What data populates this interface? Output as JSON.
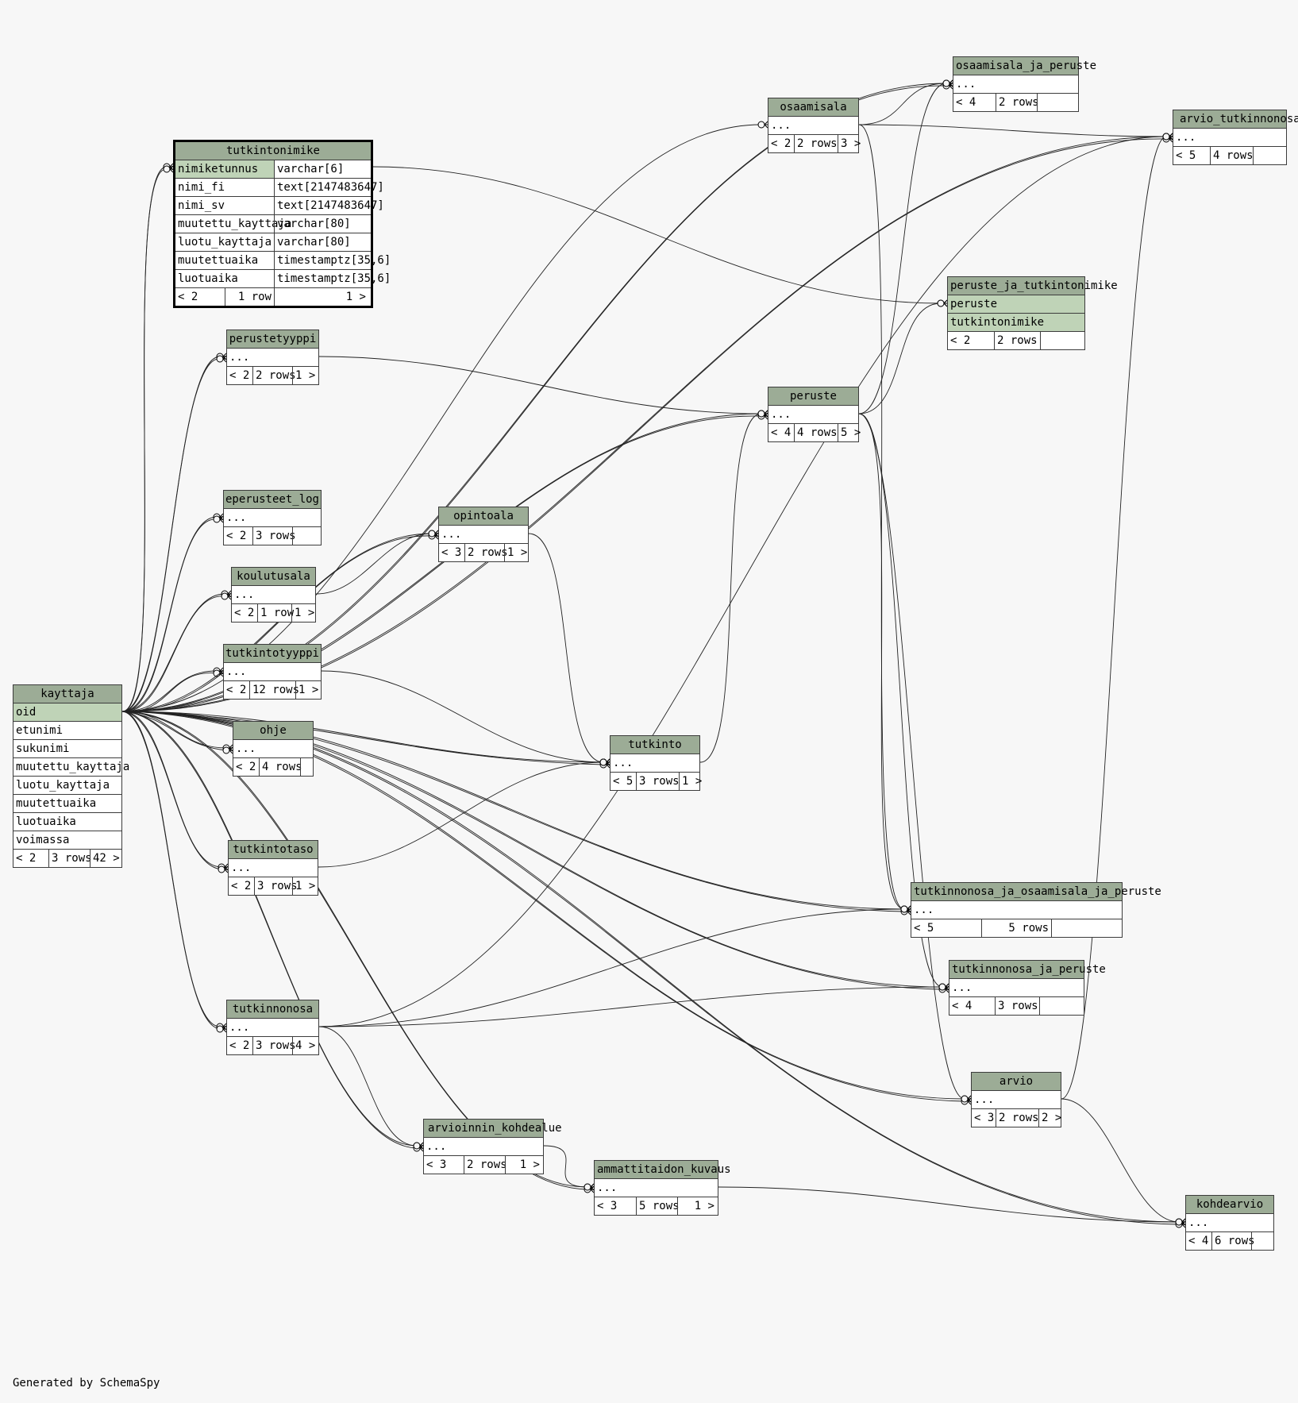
{
  "footer": "Generated by SchemaSpy",
  "tables": {
    "kayttaja": {
      "name": "kayttaja",
      "columns": [
        "oid",
        "etunimi",
        "sukunimi",
        "muutettu_kayttaja",
        "luotu_kayttaja",
        "muutettuaika",
        "luotuaika",
        "voimassa"
      ],
      "foot": [
        "< 2",
        "3 rows",
        "42 >"
      ]
    },
    "tutkintonimike": {
      "name": "tutkintonimike",
      "columns": [
        {
          "name": "nimiketunnus",
          "type": "varchar[6]"
        },
        {
          "name": "nimi_fi",
          "type": "text[2147483647]"
        },
        {
          "name": "nimi_sv",
          "type": "text[2147483647]"
        },
        {
          "name": "muutettu_kayttaja",
          "type": "varchar[80]"
        },
        {
          "name": "luotu_kayttaja",
          "type": "varchar[80]"
        },
        {
          "name": "muutettuaika",
          "type": "timestamptz[35,6]"
        },
        {
          "name": "luotuaika",
          "type": "timestamptz[35,6]"
        }
      ],
      "foot": [
        "< 2",
        "1 row",
        "1 >"
      ]
    },
    "perustetyyppi": {
      "name": "perustetyyppi",
      "body": "...",
      "foot": [
        "< 2",
        "2 rows",
        "1 >"
      ]
    },
    "eperusteet_log": {
      "name": "eperusteet_log",
      "body": "...",
      "foot": [
        "< 2",
        "3 rows",
        ""
      ]
    },
    "koulutusala": {
      "name": "koulutusala",
      "body": "...",
      "foot": [
        "< 2",
        "1 row",
        "1 >"
      ]
    },
    "tutkintotyyppi": {
      "name": "tutkintotyyppi",
      "body": "...",
      "foot": [
        "< 2",
        "12 rows",
        "1 >"
      ]
    },
    "ohje": {
      "name": "ohje",
      "body": "...",
      "foot": [
        "< 2",
        "4 rows",
        ""
      ]
    },
    "tutkintotaso": {
      "name": "tutkintotaso",
      "body": "...",
      "foot": [
        "< 2",
        "3 rows",
        "1 >"
      ]
    },
    "tutkinnonosa": {
      "name": "tutkinnonosa",
      "body": "...",
      "foot": [
        "< 2",
        "3 rows",
        "4 >"
      ]
    },
    "opintoala": {
      "name": "opintoala",
      "body": "...",
      "foot": [
        "< 3",
        "2 rows",
        "1 >"
      ]
    },
    "tutkinto": {
      "name": "tutkinto",
      "body": "...",
      "foot": [
        "< 5",
        "3 rows",
        "1 >"
      ]
    },
    "osaamisala": {
      "name": "osaamisala",
      "body": "...",
      "foot": [
        "< 2",
        "2 rows",
        "3 >"
      ]
    },
    "peruste": {
      "name": "peruste",
      "body": "...",
      "foot": [
        "< 4",
        "4 rows",
        "5 >"
      ]
    },
    "osaamisala_ja_peruste": {
      "name": "osaamisala_ja_peruste",
      "body": "...",
      "foot": [
        "< 4",
        "2 rows",
        ""
      ]
    },
    "arvio_tutkinnonosa": {
      "name": "arvio_tutkinnonosa",
      "body": "...",
      "foot": [
        "< 5",
        "4 rows",
        ""
      ]
    },
    "peruste_ja_tutkintonimike": {
      "name": "peruste_ja_tutkintonimike",
      "columns": [
        "peruste",
        "tutkintonimike"
      ],
      "foot": [
        "< 2",
        "2 rows",
        ""
      ]
    },
    "tutkinnonosa_ja_osaamisala_ja_peruste": {
      "name": "tutkinnonosa_ja_osaamisala_ja_peruste",
      "body": "...",
      "foot": [
        "< 5",
        "5 rows",
        ""
      ]
    },
    "tutkinnonosa_ja_peruste": {
      "name": "tutkinnonosa_ja_peruste",
      "body": "...",
      "foot": [
        "< 4",
        "3 rows",
        ""
      ]
    },
    "arvio": {
      "name": "arvio",
      "body": "...",
      "foot": [
        "< 3",
        "2 rows",
        "2 >"
      ]
    },
    "arvioinnin_kohdealue": {
      "name": "arvioinnin_kohdealue",
      "body": "...",
      "foot": [
        "< 3",
        "2 rows",
        "1 >"
      ]
    },
    "ammattitaidon_kuvaus": {
      "name": "ammattitaidon_kuvaus",
      "body": "...",
      "foot": [
        "< 3",
        "5 rows",
        "1 >"
      ]
    },
    "kohdearvio": {
      "name": "kohdearvio",
      "body": "...",
      "foot": [
        "< 4",
        "6 rows",
        ""
      ]
    }
  },
  "relationships": [
    [
      "tutkintonimike",
      "kayttaja"
    ],
    [
      "tutkintonimike",
      "kayttaja"
    ],
    [
      "perustetyyppi",
      "kayttaja"
    ],
    [
      "perustetyyppi",
      "kayttaja"
    ],
    [
      "eperusteet_log",
      "kayttaja"
    ],
    [
      "eperusteet_log",
      "kayttaja"
    ],
    [
      "koulutusala",
      "kayttaja"
    ],
    [
      "koulutusala",
      "kayttaja"
    ],
    [
      "tutkintotyyppi",
      "kayttaja"
    ],
    [
      "tutkintotyyppi",
      "kayttaja"
    ],
    [
      "ohje",
      "kayttaja"
    ],
    [
      "ohje",
      "kayttaja"
    ],
    [
      "tutkintotaso",
      "kayttaja"
    ],
    [
      "tutkintotaso",
      "kayttaja"
    ],
    [
      "tutkinnonosa",
      "kayttaja"
    ],
    [
      "tutkinnonosa",
      "kayttaja"
    ],
    [
      "opintoala",
      "kayttaja"
    ],
    [
      "opintoala",
      "kayttaja"
    ],
    [
      "tutkinto",
      "kayttaja"
    ],
    [
      "tutkinto",
      "kayttaja"
    ],
    [
      "osaamisala",
      "kayttaja"
    ],
    [
      "peruste",
      "kayttaja"
    ],
    [
      "peruste",
      "kayttaja"
    ],
    [
      "osaamisala_ja_peruste",
      "kayttaja"
    ],
    [
      "osaamisala_ja_peruste",
      "kayttaja"
    ],
    [
      "arvio_tutkinnonosa",
      "kayttaja"
    ],
    [
      "arvio_tutkinnonosa",
      "kayttaja"
    ],
    [
      "tutkinnonosa_ja_osaamisala_ja_peruste",
      "kayttaja"
    ],
    [
      "tutkinnonosa_ja_osaamisala_ja_peruste",
      "kayttaja"
    ],
    [
      "tutkinnonosa_ja_peruste",
      "kayttaja"
    ],
    [
      "tutkinnonosa_ja_peruste",
      "kayttaja"
    ],
    [
      "arvio",
      "kayttaja"
    ],
    [
      "arvio",
      "kayttaja"
    ],
    [
      "arvioinnin_kohdealue",
      "kayttaja"
    ],
    [
      "arvioinnin_kohdealue",
      "kayttaja"
    ],
    [
      "ammattitaidon_kuvaus",
      "kayttaja"
    ],
    [
      "ammattitaidon_kuvaus",
      "kayttaja"
    ],
    [
      "kohdearvio",
      "kayttaja"
    ],
    [
      "kohdearvio",
      "kayttaja"
    ],
    [
      "peruste",
      "perustetyyppi"
    ],
    [
      "opintoala",
      "koulutusala"
    ],
    [
      "tutkinto",
      "opintoala"
    ],
    [
      "tutkinto",
      "tutkintotyyppi"
    ],
    [
      "tutkinto",
      "tutkintotaso"
    ],
    [
      "peruste",
      "tutkinto"
    ],
    [
      "osaamisala_ja_peruste",
      "osaamisala"
    ],
    [
      "osaamisala_ja_peruste",
      "peruste"
    ],
    [
      "peruste_ja_tutkintonimike",
      "peruste"
    ],
    [
      "peruste_ja_tutkintonimike",
      "tutkintonimike"
    ],
    [
      "arvio_tutkinnonosa",
      "osaamisala"
    ],
    [
      "arvio_tutkinnonosa",
      "arvio"
    ],
    [
      "arvio_tutkinnonosa",
      "tutkinnonosa"
    ],
    [
      "tutkinnonosa_ja_osaamisala_ja_peruste",
      "osaamisala"
    ],
    [
      "tutkinnonosa_ja_osaamisala_ja_peruste",
      "peruste"
    ],
    [
      "tutkinnonosa_ja_osaamisala_ja_peruste",
      "tutkinnonosa"
    ],
    [
      "tutkinnonosa_ja_peruste",
      "peruste"
    ],
    [
      "tutkinnonosa_ja_peruste",
      "tutkinnonosa"
    ],
    [
      "arvio",
      "peruste"
    ],
    [
      "arvioinnin_kohdealue",
      "tutkinnonosa"
    ],
    [
      "ammattitaidon_kuvaus",
      "arvioinnin_kohdealue"
    ],
    [
      "kohdearvio",
      "arvio"
    ],
    [
      "kohdearvio",
      "ammattitaidon_kuvaus"
    ]
  ]
}
